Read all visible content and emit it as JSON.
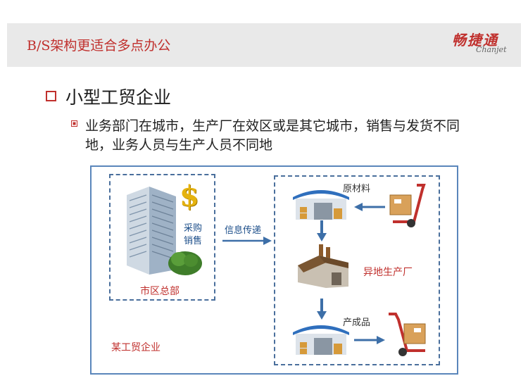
{
  "header": {
    "title": "B/S架构更适合多点办公",
    "brand_cn": "畅捷通",
    "brand_en": "Chanjet"
  },
  "section": {
    "heading": "小型工贸企业",
    "description_line1": "业务部门在城市，生产厂在效区或是其它城市，销售与发货不同",
    "description_line2": "地，业务人员与生产人员不同地"
  },
  "diagram": {
    "hq_label": "市区总部",
    "purchase_label": "采购",
    "sales_label": "销售",
    "info_label": "信息传递",
    "raw_material_label": "原材料",
    "factory_label": "异地生产厂",
    "product_label": "产成品",
    "company_label": "某工贸企业"
  },
  "colors": {
    "brand_red": "#c0302d",
    "frame_blue": "#5a86bb",
    "arrow_blue": "#3d6fa8"
  }
}
